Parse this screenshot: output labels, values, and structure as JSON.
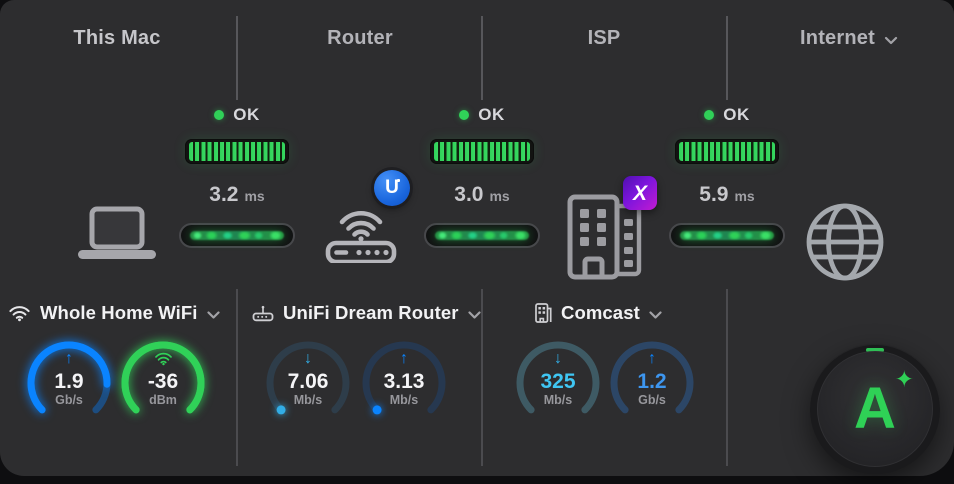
{
  "header": {
    "columns": [
      {
        "label": "This Mac"
      },
      {
        "label": "Router"
      },
      {
        "label": "ISP"
      },
      {
        "label": "Internet",
        "dropdown": true
      }
    ]
  },
  "links": [
    {
      "status": "OK",
      "latency": "3.2",
      "latency_unit": "ms"
    },
    {
      "status": "OK",
      "latency": "3.0",
      "latency_unit": "ms"
    },
    {
      "status": "OK",
      "latency": "5.9",
      "latency_unit": "ms"
    }
  ],
  "badges": {
    "router": "U",
    "isp": "X"
  },
  "devices": {
    "wifi_network": {
      "label": "Whole Home WiFi"
    },
    "router": {
      "label": "UniFi Dream Router"
    },
    "isp": {
      "label": "Comcast"
    }
  },
  "gauges": [
    {
      "id": "wifi-phy-rate",
      "icon": "arrow-up",
      "icon_color": "#0a84ff",
      "value": "1.9",
      "unit": "Gb/s",
      "value_color": "#f5f5f7",
      "track_color": "#1d4d80",
      "fill": 0.84,
      "fill_color": "#0a84ff",
      "glow": "#0a84ff",
      "dot_color": null
    },
    {
      "id": "wifi-signal",
      "icon": "wifi",
      "icon_color": "#30d158",
      "value": "-36",
      "unit": "dBm",
      "value_color": "#f5f5f7",
      "track_color": "#30d158",
      "fill": 1,
      "fill_color": "#30d158",
      "glow": "#30d158",
      "dot_color": null
    },
    {
      "id": "router-down",
      "icon": "arrow-down",
      "icon_color": "#32ade6",
      "value": "7.06",
      "unit": "Mb/s",
      "value_color": "#f5f5f7",
      "track_color": "#2e3d4a",
      "fill": 0,
      "fill_color": null,
      "glow": null,
      "dot_color": "#32ade6"
    },
    {
      "id": "router-up",
      "icon": "arrow-up",
      "icon_color": "#0a84ff",
      "value": "3.13",
      "unit": "Mb/s",
      "value_color": "#f5f5f7",
      "track_color": "#263850",
      "fill": 0,
      "fill_color": null,
      "glow": null,
      "dot_color": "#0a84ff"
    },
    {
      "id": "isp-down",
      "icon": "arrow-down",
      "icon_color": "#32ade6",
      "value": "325",
      "unit": "Mb/s",
      "value_color": "#3fc6f3",
      "track_color": "#3e5a64",
      "fill": 0,
      "fill_color": null,
      "glow": null,
      "dot_color": null
    },
    {
      "id": "isp-up",
      "icon": "arrow-up",
      "icon_color": "#0a84ff",
      "value": "1.2",
      "unit": "Gb/s",
      "value_color": "#3d96f0",
      "track_color": "#2c4666",
      "fill": 0,
      "fill_color": null,
      "glow": null,
      "dot_color": null
    }
  ],
  "grade": {
    "letter": "A",
    "sparkle": "✦"
  },
  "colors": {
    "ok_green": "#30d158",
    "accent_blue": "#0a84ff",
    "accent_cyan": "#32ade6",
    "panel_bg": "#2d2d2f"
  }
}
